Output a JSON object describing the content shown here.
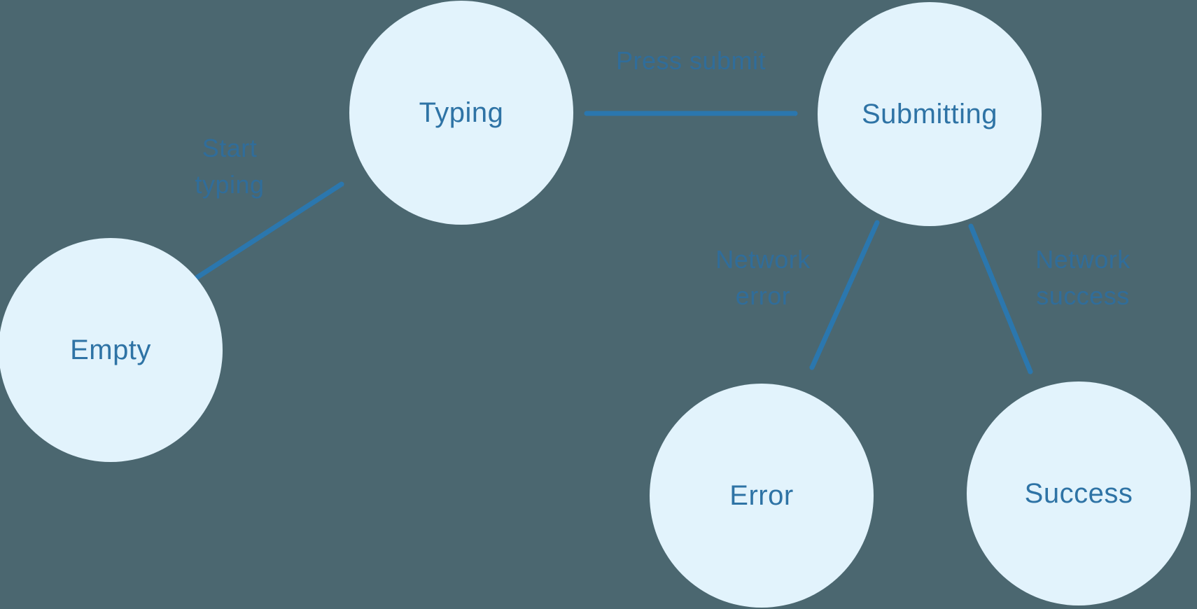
{
  "diagram": {
    "type": "state-machine",
    "nodes": [
      {
        "id": "empty",
        "label": "Empty"
      },
      {
        "id": "typing",
        "label": "Typing"
      },
      {
        "id": "submitting",
        "label": "Submitting"
      },
      {
        "id": "error",
        "label": "Error"
      },
      {
        "id": "success",
        "label": "Success"
      }
    ],
    "edges": [
      {
        "from": "empty",
        "to": "typing",
        "label": "Start typing"
      },
      {
        "from": "typing",
        "to": "submitting",
        "label": "Press submit"
      },
      {
        "from": "submitting",
        "to": "error",
        "label": "Network error"
      },
      {
        "from": "submitting",
        "to": "success",
        "label": "Network success"
      }
    ],
    "colors": {
      "background": "#4B6770",
      "node_fill": "#E2F3FC",
      "node_text": "#2E73A5",
      "arrow": "#2B77AE",
      "edge_label": "#2E6E9E"
    }
  }
}
